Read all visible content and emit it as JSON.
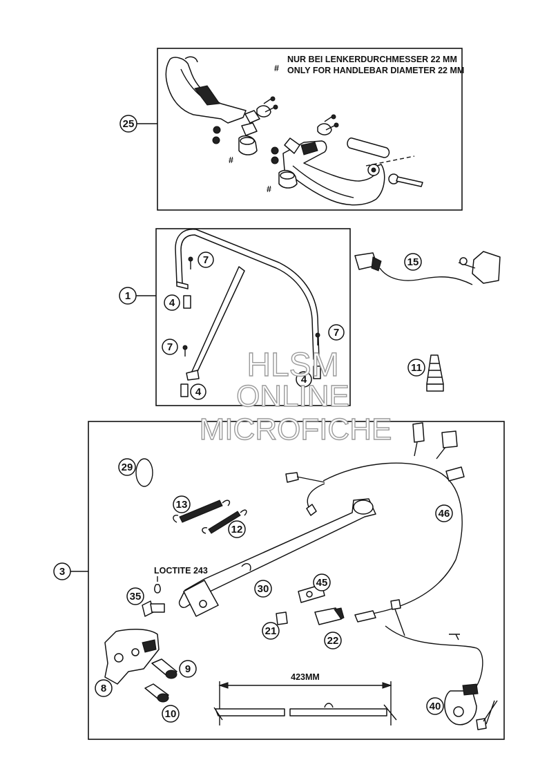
{
  "note_marker": "#",
  "note_line_1": "NUR BEI LENKERDURCHMESSER 22 MM",
  "note_line_2": "ONLY FOR HANDLEBAR DIAMETER 22 MM",
  "loctite": "LOCTITE 243",
  "dimension": "423MM",
  "watermark": [
    "HLSM",
    "ONLINE",
    "MICROFICHE"
  ],
  "parts": {
    "p25": "25",
    "p1": "1",
    "p4a": "4",
    "p4b": "4",
    "p4c": "4",
    "p7a": "7",
    "p7b": "7",
    "p7c": "7",
    "p15": "15",
    "p11": "11",
    "p3": "3",
    "p29": "29",
    "p13": "13",
    "p12": "12",
    "p46": "46",
    "p35": "35",
    "p30": "30",
    "p45": "45",
    "p21": "21",
    "p22": "22",
    "p8": "8",
    "p9": "9",
    "p10": "10",
    "p40": "40"
  }
}
